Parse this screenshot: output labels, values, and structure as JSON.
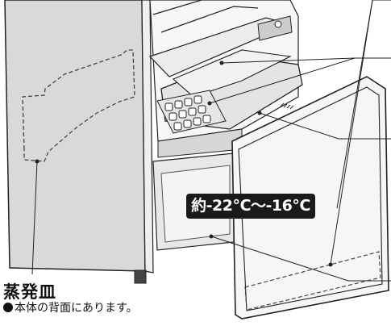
{
  "temperature_badge": "約-22℃〜-16℃",
  "evaporation_pan": {
    "title": "蒸発皿",
    "note": "本体の背面にあります。"
  },
  "colors": {
    "cabinet_side": "#d8d8d8",
    "outline": "#222222",
    "badge_background": "#1a1a1a"
  }
}
